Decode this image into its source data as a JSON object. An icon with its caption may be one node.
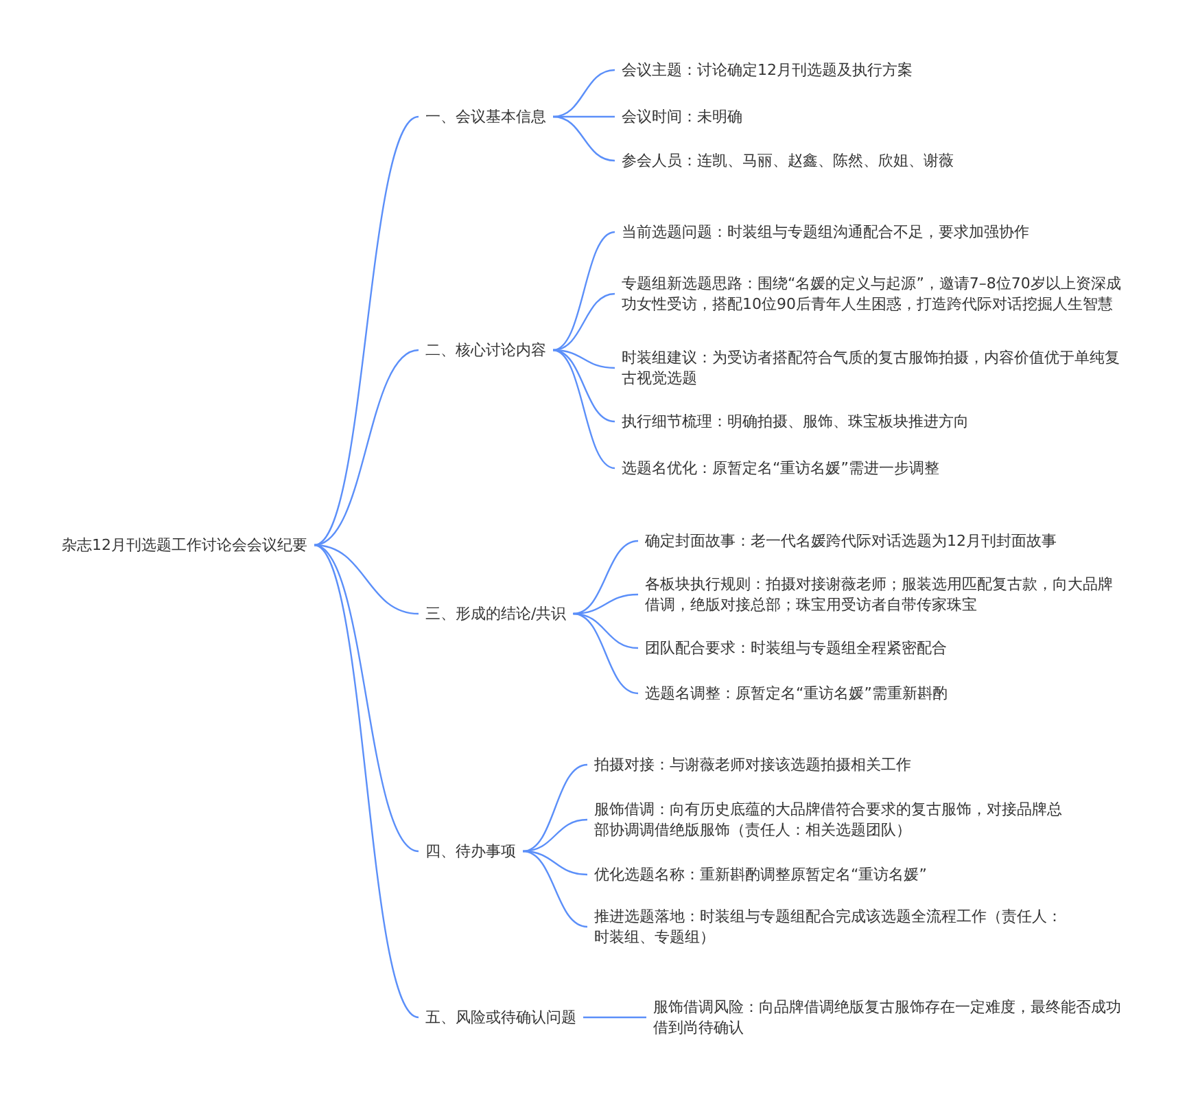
{
  "diagram": {
    "nodes": [
      {
        "text": [
          "杂志12月刊选题工作讨论会会议纪要"
        ]
      },
      {
        "text": [
          "一、会议基本信息"
        ]
      },
      {
        "text": [
          "会议主题：讨论确定12月刊选题及执行方案"
        ]
      },
      {
        "text": [
          "会议时间：未明确"
        ]
      },
      {
        "text": [
          "参会人员：连凯、马丽、赵鑫、陈然、欣姐、谢薇"
        ]
      },
      {
        "text": [
          "二、核心讨论内容"
        ]
      },
      {
        "text": [
          "当前选题问题：时装组与专题组沟通配合不足，要求加强协作"
        ]
      },
      {
        "text": [
          "专题组新选题思路：围绕“名媛的定义与起源”，邀请7–8位70岁以上资深成功女性受访，搭配10位90后青年人生困惑，打造跨代际对话挖掘人生智慧"
        ]
      },
      {
        "text": [
          "时装组建议：为受访者搭配符合气质的复古服饰拍摄，内容价值优于单纯复古视觉选题"
        ]
      },
      {
        "text": [
          "执行细节梳理：明确拍摄、服饰、珠宝板块推进方向"
        ]
      },
      {
        "text": [
          "选题名优化：原暂定名“重访名媛”需进一步调整"
        ]
      },
      {
        "text": [
          "三、形成的结论/共识"
        ]
      },
      {
        "text": [
          "确定封面故事：老一代名媛跨代际对话选题为12月刊封面故事"
        ]
      },
      {
        "text": [
          "各板块执行规则：拍摄对接谢薇老师；服装选用匹配复古款，向大品牌借调，绝版对接总部；珠宝用受访者自带传家珠宝"
        ]
      },
      {
        "text": [
          "团队配合要求：时装组与专题组全程紧密配合"
        ]
      },
      {
        "text": [
          "选题名调整：原暂定名“重访名媛”需重新斟酌"
        ]
      },
      {
        "text": [
          "四、待办事项"
        ]
      },
      {
        "text": [
          "拍摄对接：与谢薇老师对接该选题拍摄相关工作"
        ]
      },
      {
        "text": [
          "服饰借调：向有历史底蕴的大品牌借符合要求的复古服饰，对接品牌总部协调调借绝版服饰（责任人：相关选题团队）"
        ]
      },
      {
        "text": [
          "优化选题名称：重新斟酌调整原暂定名“重访名媛”"
        ]
      },
      {
        "text": [
          "推进选题落地：时装组与专题组配合完成该选题全流程工作（责任人：时装组、专题组）"
        ]
      },
      {
        "text": [
          "五、风险或待确认问题"
        ]
      },
      {
        "text": [
          "服饰借调风险：向品牌借调绝版复古服饰存在一定难度，最终能否成功借到尚待确认"
        ]
      }
    ],
    "edges": [
      {
        "from": 0,
        "to": 1,
        "arrow": "none"
      },
      {
        "from": 0,
        "to": 5,
        "arrow": "none"
      },
      {
        "from": 0,
        "to": 11,
        "arrow": "none"
      },
      {
        "from": 0,
        "to": 16,
        "arrow": "none"
      },
      {
        "from": 0,
        "to": 21,
        "arrow": "none"
      },
      {
        "from": 1,
        "to": 2,
        "arrow": "none"
      },
      {
        "from": 1,
        "to": 3,
        "arrow": "none"
      },
      {
        "from": 1,
        "to": 4,
        "arrow": "none"
      },
      {
        "from": 5,
        "to": 6,
        "arrow": "none"
      },
      {
        "from": 5,
        "to": 7,
        "arrow": "none"
      },
      {
        "from": 5,
        "to": 8,
        "arrow": "none"
      },
      {
        "from": 5,
        "to": 9,
        "arrow": "none"
      },
      {
        "from": 5,
        "to": 10,
        "arrow": "none"
      },
      {
        "from": 11,
        "to": 12,
        "arrow": "none"
      },
      {
        "from": 11,
        "to": 13,
        "arrow": "none"
      },
      {
        "from": 11,
        "to": 14,
        "arrow": "none"
      },
      {
        "from": 11,
        "to": 15,
        "arrow": "none"
      },
      {
        "from": 16,
        "to": 17,
        "arrow": "none"
      },
      {
        "from": 16,
        "to": 18,
        "arrow": "none"
      },
      {
        "from": 16,
        "to": 19,
        "arrow": "none"
      },
      {
        "from": 16,
        "to": 20,
        "arrow": "none"
      },
      {
        "from": 21,
        "to": 22,
        "arrow": "none"
      }
    ]
  }
}
